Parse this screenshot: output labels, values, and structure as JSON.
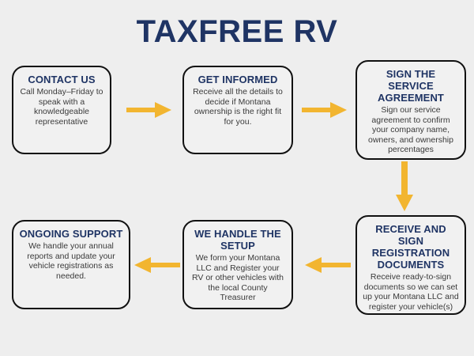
{
  "page": {
    "title": "TAXFREE RV",
    "background_color": "#eeeeee",
    "heading_color": "#1f3464",
    "body_text_color": "#3a3a3a",
    "box_border_color": "#111111",
    "box_fill_color": "#f1f1f1",
    "arrow_color": "#f2b530"
  },
  "flow": {
    "steps": [
      {
        "id": "contact-us",
        "order": 1,
        "heading": "CONTACT US",
        "body": "Call Monday–Friday to speak with a knowledgeable representative"
      },
      {
        "id": "get-informed",
        "order": 2,
        "heading": "GET INFORMED",
        "body": "Receive all the details to decide if Montana ownership is the right fit for you."
      },
      {
        "id": "sign-agreement",
        "order": 3,
        "heading": "SIGN THE SERVICE AGREEMENT",
        "body": "Sign our service agreement to confirm your company name, owners, and ownership percentages"
      },
      {
        "id": "receive-docs",
        "order": 4,
        "heading": "RECEIVE AND SIGN REGISTRATION DOCUMENTS",
        "body": "Receive ready-to-sign documents so we can set up your Montana LLC and register your vehicle(s)"
      },
      {
        "id": "we-handle-setup",
        "order": 5,
        "heading": "WE HANDLE THE SETUP",
        "body": "We form your Montana LLC and Register your RV or other vehicles with the local County Treasurer"
      },
      {
        "id": "ongoing-support",
        "order": 6,
        "heading": "ONGOING SUPPORT",
        "body": "We handle your annual reports and update your vehicle registrations as needed."
      }
    ],
    "connectors": [
      {
        "id": "arrow-1",
        "from": "contact-us",
        "to": "get-informed",
        "direction": "right",
        "icon": "arrow-right-icon"
      },
      {
        "id": "arrow-2",
        "from": "get-informed",
        "to": "sign-agreement",
        "direction": "right",
        "icon": "arrow-right-icon"
      },
      {
        "id": "arrow-3",
        "from": "sign-agreement",
        "to": "receive-docs",
        "direction": "down",
        "icon": "arrow-down-icon"
      },
      {
        "id": "arrow-4",
        "from": "receive-docs",
        "to": "we-handle-setup",
        "direction": "left",
        "icon": "arrow-left-icon"
      },
      {
        "id": "arrow-5",
        "from": "we-handle-setup",
        "to": "ongoing-support",
        "direction": "left",
        "icon": "arrow-left-icon"
      }
    ]
  }
}
